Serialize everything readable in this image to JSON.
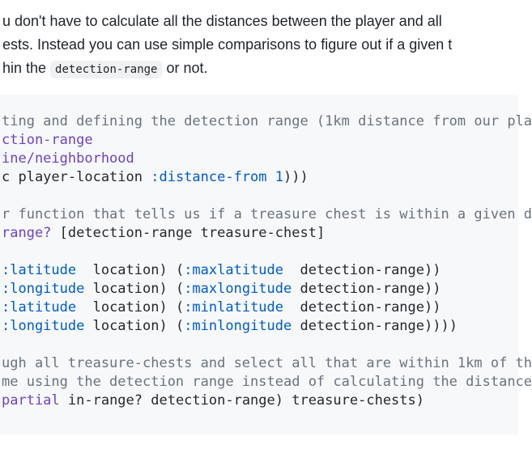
{
  "colors": {
    "page_bg": "#ffffff",
    "prose_text": "#1f2328",
    "code_block_bg": "#f6f8fa",
    "inline_code_bg": "#eff1f2",
    "code_plain": "#24292e",
    "code_comment": "#6a737d",
    "code_entity": "#6f42c1",
    "code_constant": "#005cc5"
  },
  "prose": {
    "lines": [
      [
        {
          "t": "u don't have to calculate all the distances between the player and all",
          "s": "text"
        }
      ],
      [
        {
          "t": "ests. Instead you can use simple comparisons to figure out if a given t",
          "s": "text"
        }
      ],
      [
        {
          "t": "hin the ",
          "s": "text"
        },
        {
          "t": "detection-range",
          "s": "inline-code"
        },
        {
          "t": " or not.",
          "s": "text"
        }
      ]
    ]
  },
  "code_block": {
    "lines": [
      [
        {
          "t": "ting and defining the detection range (1km distance from our pla",
          "s": "comment"
        }
      ],
      [
        {
          "t": "ction-range",
          "s": "entity"
        }
      ],
      [
        {
          "t": "ine/neighborhood",
          "s": "entity"
        }
      ],
      [
        {
          "t": "c player-location ",
          "s": "plain"
        },
        {
          "t": ":distance-from",
          "s": "constant"
        },
        {
          "t": " ",
          "s": "plain"
        },
        {
          "t": "1",
          "s": "constant"
        },
        {
          "t": ")))",
          "s": "plain"
        }
      ],
      [],
      [
        {
          "t": "r function that tells us if a treasure chest is within a given d",
          "s": "comment"
        }
      ],
      [
        {
          "t": "range?",
          "s": "entity"
        },
        {
          "t": " [detection-range treasure-chest]",
          "s": "plain"
        }
      ],
      [],
      [
        {
          "t": ":latitude",
          "s": "constant"
        },
        {
          "t": "  location) (",
          "s": "plain"
        },
        {
          "t": ":maxlatitude",
          "s": "constant"
        },
        {
          "t": "  detection-range))",
          "s": "plain"
        }
      ],
      [
        {
          "t": ":longitude",
          "s": "constant"
        },
        {
          "t": " location) (",
          "s": "plain"
        },
        {
          "t": ":maxlongitude",
          "s": "constant"
        },
        {
          "t": " detection-range))",
          "s": "plain"
        }
      ],
      [
        {
          "t": ":latitude",
          "s": "constant"
        },
        {
          "t": "  location) (",
          "s": "plain"
        },
        {
          "t": ":minlatitude",
          "s": "constant"
        },
        {
          "t": "  detection-range))",
          "s": "plain"
        }
      ],
      [
        {
          "t": ":longitude",
          "s": "constant"
        },
        {
          "t": " location) (",
          "s": "plain"
        },
        {
          "t": ":minlongitude",
          "s": "constant"
        },
        {
          "t": " detection-range))))",
          "s": "plain"
        }
      ],
      [],
      [
        {
          "t": "ugh all treasure-chests and select all that are within 1km of th",
          "s": "comment"
        }
      ],
      [
        {
          "t": "me using the detection range instead of calculating the distance",
          "s": "comment"
        }
      ],
      [
        {
          "t": "partial",
          "s": "entity"
        },
        {
          "t": " in-range? detection-range) treasure-chests)",
          "s": "plain"
        }
      ]
    ]
  }
}
